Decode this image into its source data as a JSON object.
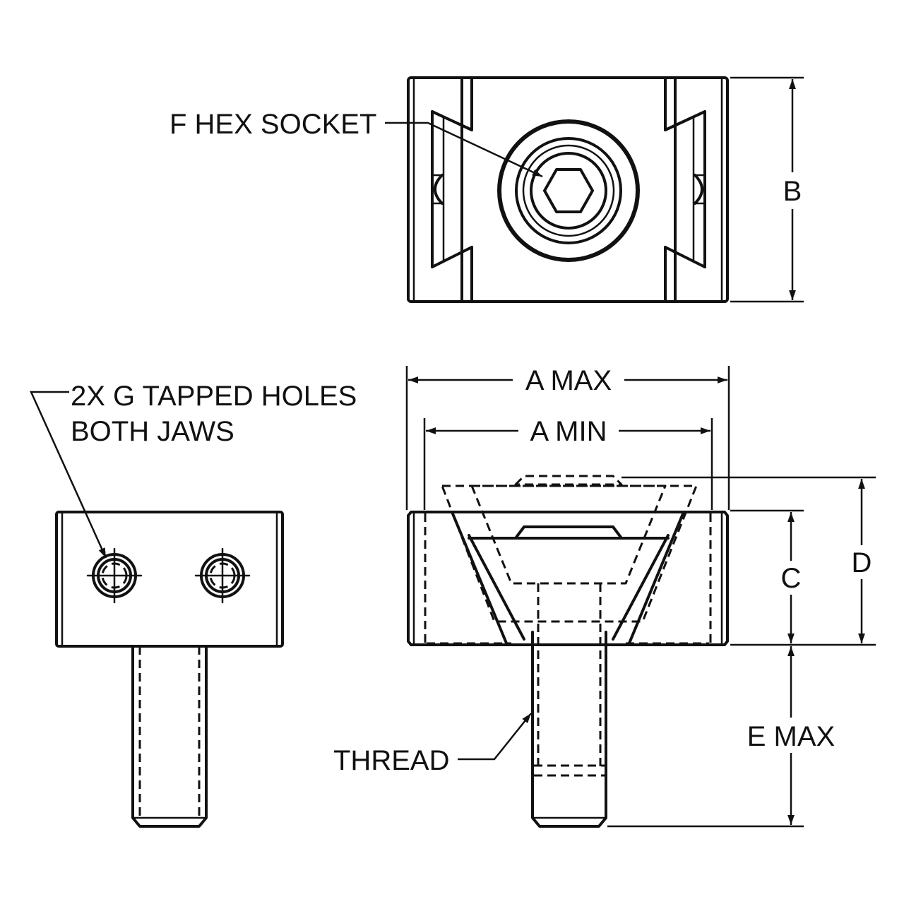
{
  "labels": {
    "hex_socket": "F HEX SOCKET",
    "tapped_holes_line1": "2X G TAPPED HOLES",
    "tapped_holes_line2": "BOTH JAWS",
    "dim_a_max": "A MAX",
    "dim_a_min": "A MIN",
    "dim_b": "B",
    "dim_c": "C",
    "dim_d": "D",
    "dim_e_max": "E MAX",
    "thread": "THREAD"
  },
  "colors": {
    "line": "#111111",
    "background": "#ffffff"
  }
}
